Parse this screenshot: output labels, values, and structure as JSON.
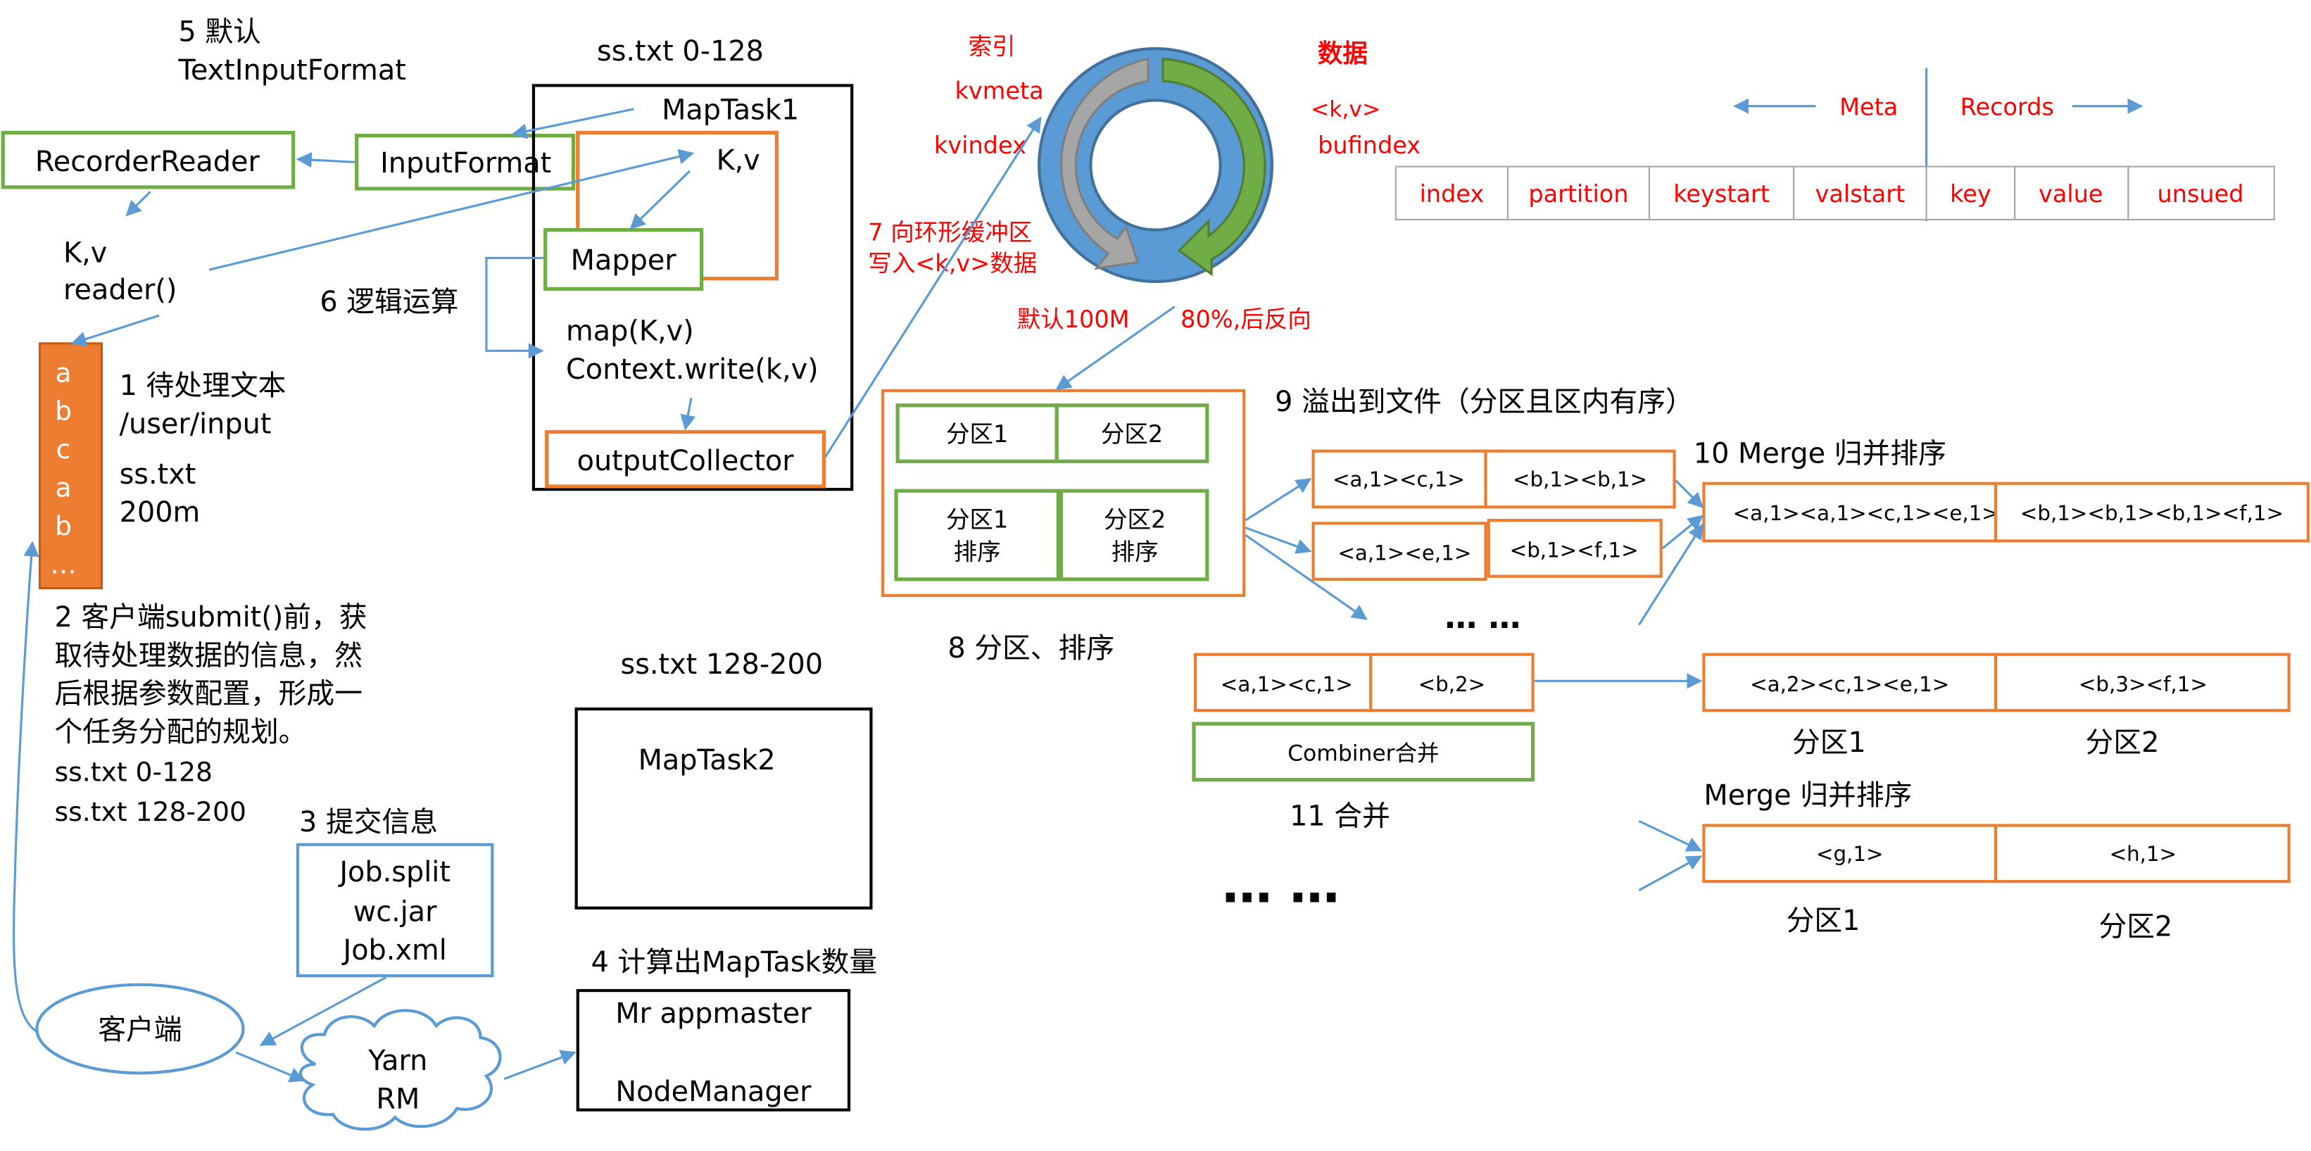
{
  "labels": {
    "step5_title": "5 默认",
    "step5_sub": "TextInputFormat",
    "recorder_reader": "RecorderReader",
    "input_format": "InputFormat",
    "kv_left": "K,v",
    "reader_fn": "reader()",
    "file_header": "ss.txt 0-128",
    "maptask1": "MapTask1",
    "kv_inner": "K,v",
    "mapper": "Mapper",
    "step6": "6 逻辑运算",
    "map_fn": "map(K,v)",
    "context_write": "Context.write(k,v)",
    "output_collector": "outputCollector",
    "step1_title": "1 待处理文本",
    "step1_path": "/user/input",
    "step1_file": "ss.txt",
    "step1_size": "200m",
    "file_letters": [
      "a",
      "b",
      "c",
      "a",
      "b",
      "…"
    ],
    "step2_lines": [
      "2 客户端submit()前，获",
      "取待处理数据的信息，然",
      "后根据参数配置，形成一",
      "个任务分配的规划。"
    ],
    "split1": "ss.txt  0-128",
    "split2": "ss.txt  128-200",
    "file2_header": "ss.txt 128-200",
    "maptask2": "MapTask2",
    "step3": "3 提交信息",
    "job_files": [
      "Job.split",
      "wc.jar",
      "Job.xml"
    ],
    "client": "客户端",
    "yarn_lines": [
      "Yarn",
      "RM"
    ],
    "step4": "4 计算出MapTask数量",
    "appmaster_lines": [
      "Mr appmaster",
      "NodeManager"
    ],
    "index_label": "索引",
    "kvmeta": "kvmeta",
    "kvindex": "kvindex",
    "data_label": "数据",
    "kv_data": "<k,v>",
    "bufindex": "bufindex",
    "step7_lines": [
      "7 向环形缓冲区",
      "写入<k,v>数据"
    ],
    "default_100m": "默认100M",
    "reverse_80": "80%,后反向",
    "meta_label": "Meta",
    "records_label": "Records",
    "meta_cells": [
      "index",
      "partition",
      "keystart",
      "valstart"
    ],
    "record_cells": [
      "key",
      "value",
      "unsued"
    ],
    "partition1": "分区1",
    "partition2": "分区2",
    "partition1_sort": [
      "分区1",
      "排序"
    ],
    "partition2_sort": [
      "分区2",
      "排序"
    ],
    "step8": "8 分区、排序",
    "step9": "9 溢出到文件（分区且区内有序）",
    "spill1": [
      "<a,1><c,1>",
      "<b,1><b,1>"
    ],
    "spill2": [
      "<a,1><e,1>",
      "<b,1><f,1>"
    ],
    "dots_mid": "…  …",
    "step10": "10 Merge 归并排序",
    "merged1": [
      "<a,1><a,1><c,1><e,1>",
      "<b,1><b,1><b,1><f,1>"
    ],
    "combine_in": [
      "<a,1><c,1>",
      "<b,2>"
    ],
    "combiner": "Combiner合并",
    "step11": "11 合并",
    "combined": [
      "<a,2><c,1><e,1>",
      "<b,3><f,1>"
    ],
    "combined_parts": [
      "分区1",
      "分区2"
    ],
    "merge_sort2": "Merge 归并排序",
    "final": [
      "<g,1>",
      "<h,1>"
    ],
    "final_parts": [
      "分区1",
      "分区2"
    ],
    "dots_bottom": "…  …"
  },
  "colors": {
    "blue": "#5b9bd5",
    "orange": "#ed7d31",
    "green": "#70ad47",
    "red": "#ff0000",
    "dark_arrow": "#4e7cb6",
    "black": "#000000",
    "gray": "#a6a6a6"
  }
}
